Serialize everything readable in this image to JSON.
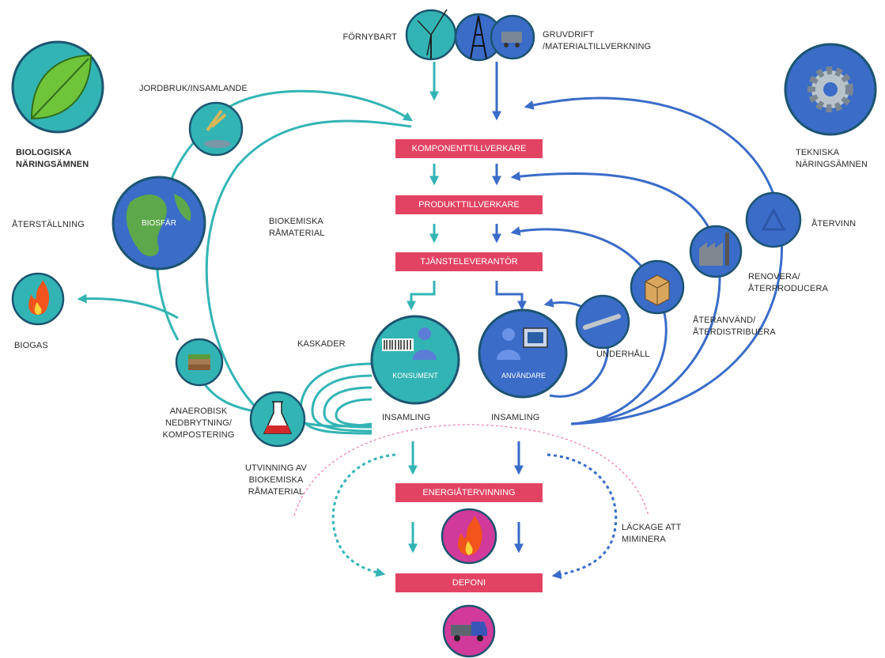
{
  "sources": {
    "renewable": "FÖRNYBART",
    "mining": "GRUVDRIFT\n/MATERIALTILLVERKNING"
  },
  "biological": {
    "nutrients": "BIOLOGISKA\nNÄRINGSÄMNEN",
    "farming": "JORDBRUK/INSAMLANDE",
    "restoration": "ÅTERSTÄLLNING",
    "biosphere": "BIOSFÄR",
    "biochemical_feedstock": "BIOKEMISKA\nRÅMATERIAL",
    "biogas": "BIOGAS",
    "anaerobic": "ANAEROBISK\nNEDBRYTNING/\nKOMPOSTERING",
    "extraction": "UTVINNING  AV\nBIOKEMISKA\nRÅMATERIAL",
    "cascades": "KASKADER",
    "consumer": "KONSUMENT",
    "collection": "INSAMLING"
  },
  "technical": {
    "nutrients": "TEKNISKA\nNÄRINGSÄMNEN",
    "recycle": "ÅTERVINN",
    "refurbish": "RENOVERA/\nÅTERPRODUCERA",
    "reuse": "ÅTERANVÄND/\nÅTERDISTRIBUERA",
    "maintain": "UNDERHÅLL",
    "user": "ANVÄNDARE",
    "collection": "INSAMLING"
  },
  "chain": {
    "parts_manufacturer": "KOMPONENTTILLVERKARE",
    "product_manufacturer": "PRODUKTTILLVERKARE",
    "service_provider": "TJÄNSTELEVERANTÖR",
    "energy_recovery": "ENERGIÅTERVINNING",
    "landfill": "DEPONI",
    "leakage": "LÄCKAGE ATT\nMIMINERA"
  },
  "colors": {
    "bio": "#33b4b4",
    "tech": "#3a6cc8",
    "process": "#e34363",
    "magenta": "#d13a9a",
    "leak": "#e87ab3"
  },
  "icons": [
    "wind-turbine-icon",
    "oil-rig-icon",
    "mining-cart-icon",
    "leaf-icon",
    "wheat-fish-icon",
    "globe-icon",
    "fire-icon",
    "soil-layers-icon",
    "flask-icon",
    "barcode-person-icon",
    "computer-person-icon",
    "wrench-icon",
    "box-icon",
    "factory-icon",
    "recycle-icon",
    "gear-icon",
    "truck-icon"
  ]
}
